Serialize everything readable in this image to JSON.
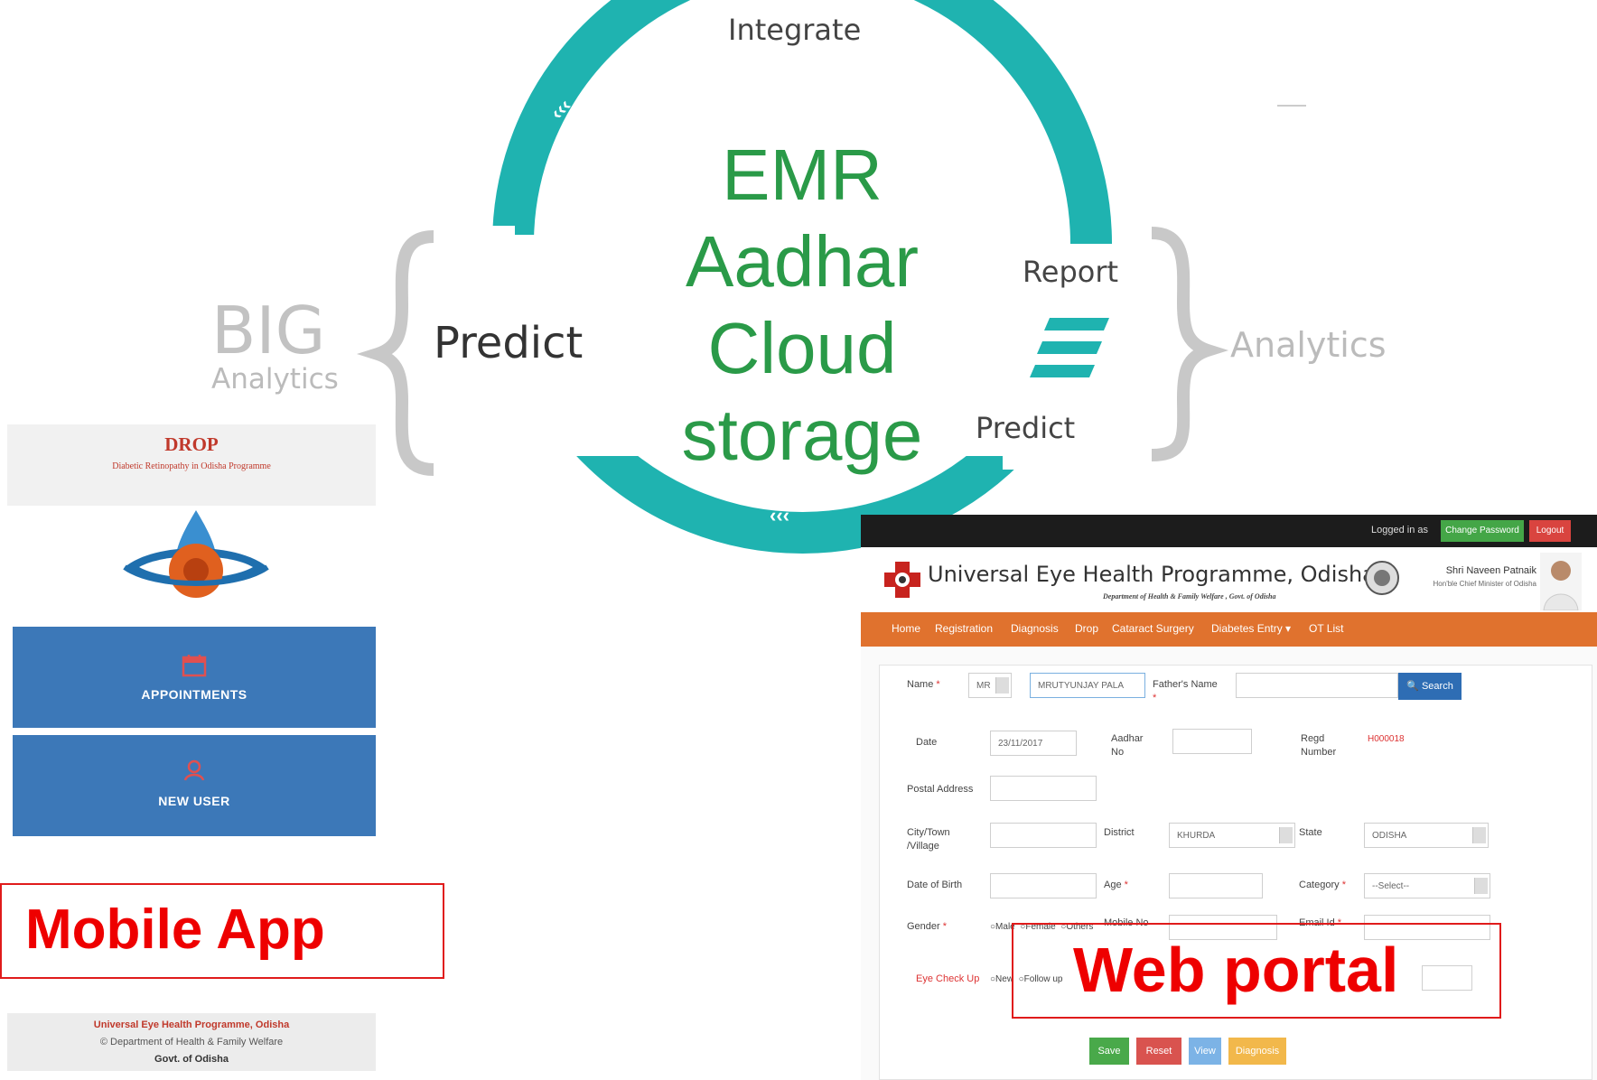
{
  "cycle": {
    "stage_top": "Integrate",
    "stage_right": "Report",
    "stage_right_lower": "Predict",
    "stage_left": "Predict",
    "center_lines": [
      "EMR",
      "Aadhar",
      "Cloud",
      "storage"
    ],
    "left_big": "BIG",
    "left_small": "Analytics",
    "right_word": "Analytics",
    "arrow_glyph": "‹‹‹"
  },
  "mobile_app": {
    "title": "DROP",
    "subtitle": "Diabetic Retinopathy in Odisha Programme",
    "buttons": [
      {
        "label": "APPOINTMENTS",
        "icon": "calendar-icon"
      },
      {
        "label": "NEW USER",
        "icon": "user-add-icon"
      }
    ],
    "footer": {
      "line1": "Universal Eye Health Programme, Odisha",
      "line2": "© Department of Health & Family Welfare",
      "line3": "Govt. of Odisha"
    },
    "caption": "Mobile App"
  },
  "web_portal": {
    "logged_in": "Logged in as",
    "change_password": "Change Password",
    "logout": "Logout",
    "title": "Universal Eye Health Programme, Odisha",
    "department": "Department of Health & Family Welfare , Govt. of Odisha",
    "cm_name": "Shri Naveen Patnaik",
    "cm_title": "Hon'ble Chief Minister of Odisha",
    "nav": [
      "Home",
      "Registration",
      "Diagnosis",
      "Drop",
      "Cataract Surgery",
      "Diabetes Entry ▾",
      "OT List"
    ],
    "form": {
      "name_label": "Name",
      "salutation": "MR",
      "name_value": "MRUTYUNJAY PALA",
      "father_label": "Father's Name",
      "search": "Search",
      "date_label": "Date",
      "date_value": "23/11/2017",
      "aadhar_label": "Aadhar No",
      "regd_label": "Regd Number",
      "regd_value": "H000018",
      "postal_label": "Postal Address",
      "city_label": "City/Town /Village",
      "district_label": "District",
      "district_value": "KHURDA",
      "state_label": "State",
      "state_value": "ODISHA",
      "dob_label": "Date of Birth",
      "age_label": "Age",
      "category_label": "Category",
      "category_value": "--Select--",
      "gender_label": "Gender",
      "gender_options": [
        "Male",
        "Female",
        "Others"
      ],
      "mobile_label": "Mobile No",
      "email_label": "Email Id",
      "eye_label": "Eye Check Up",
      "eye_options": [
        "New",
        "Follow up"
      ],
      "buttons": [
        "Save",
        "Reset",
        "View",
        "Diagnosis"
      ]
    },
    "caption": "Web portal"
  },
  "colors": {
    "teal": "#1fb3b0",
    "center_green": "#2a9a48",
    "caption_red": "#ee0000",
    "nav_orange": "#e0722e",
    "mobile_blue": "#3c78b8"
  }
}
